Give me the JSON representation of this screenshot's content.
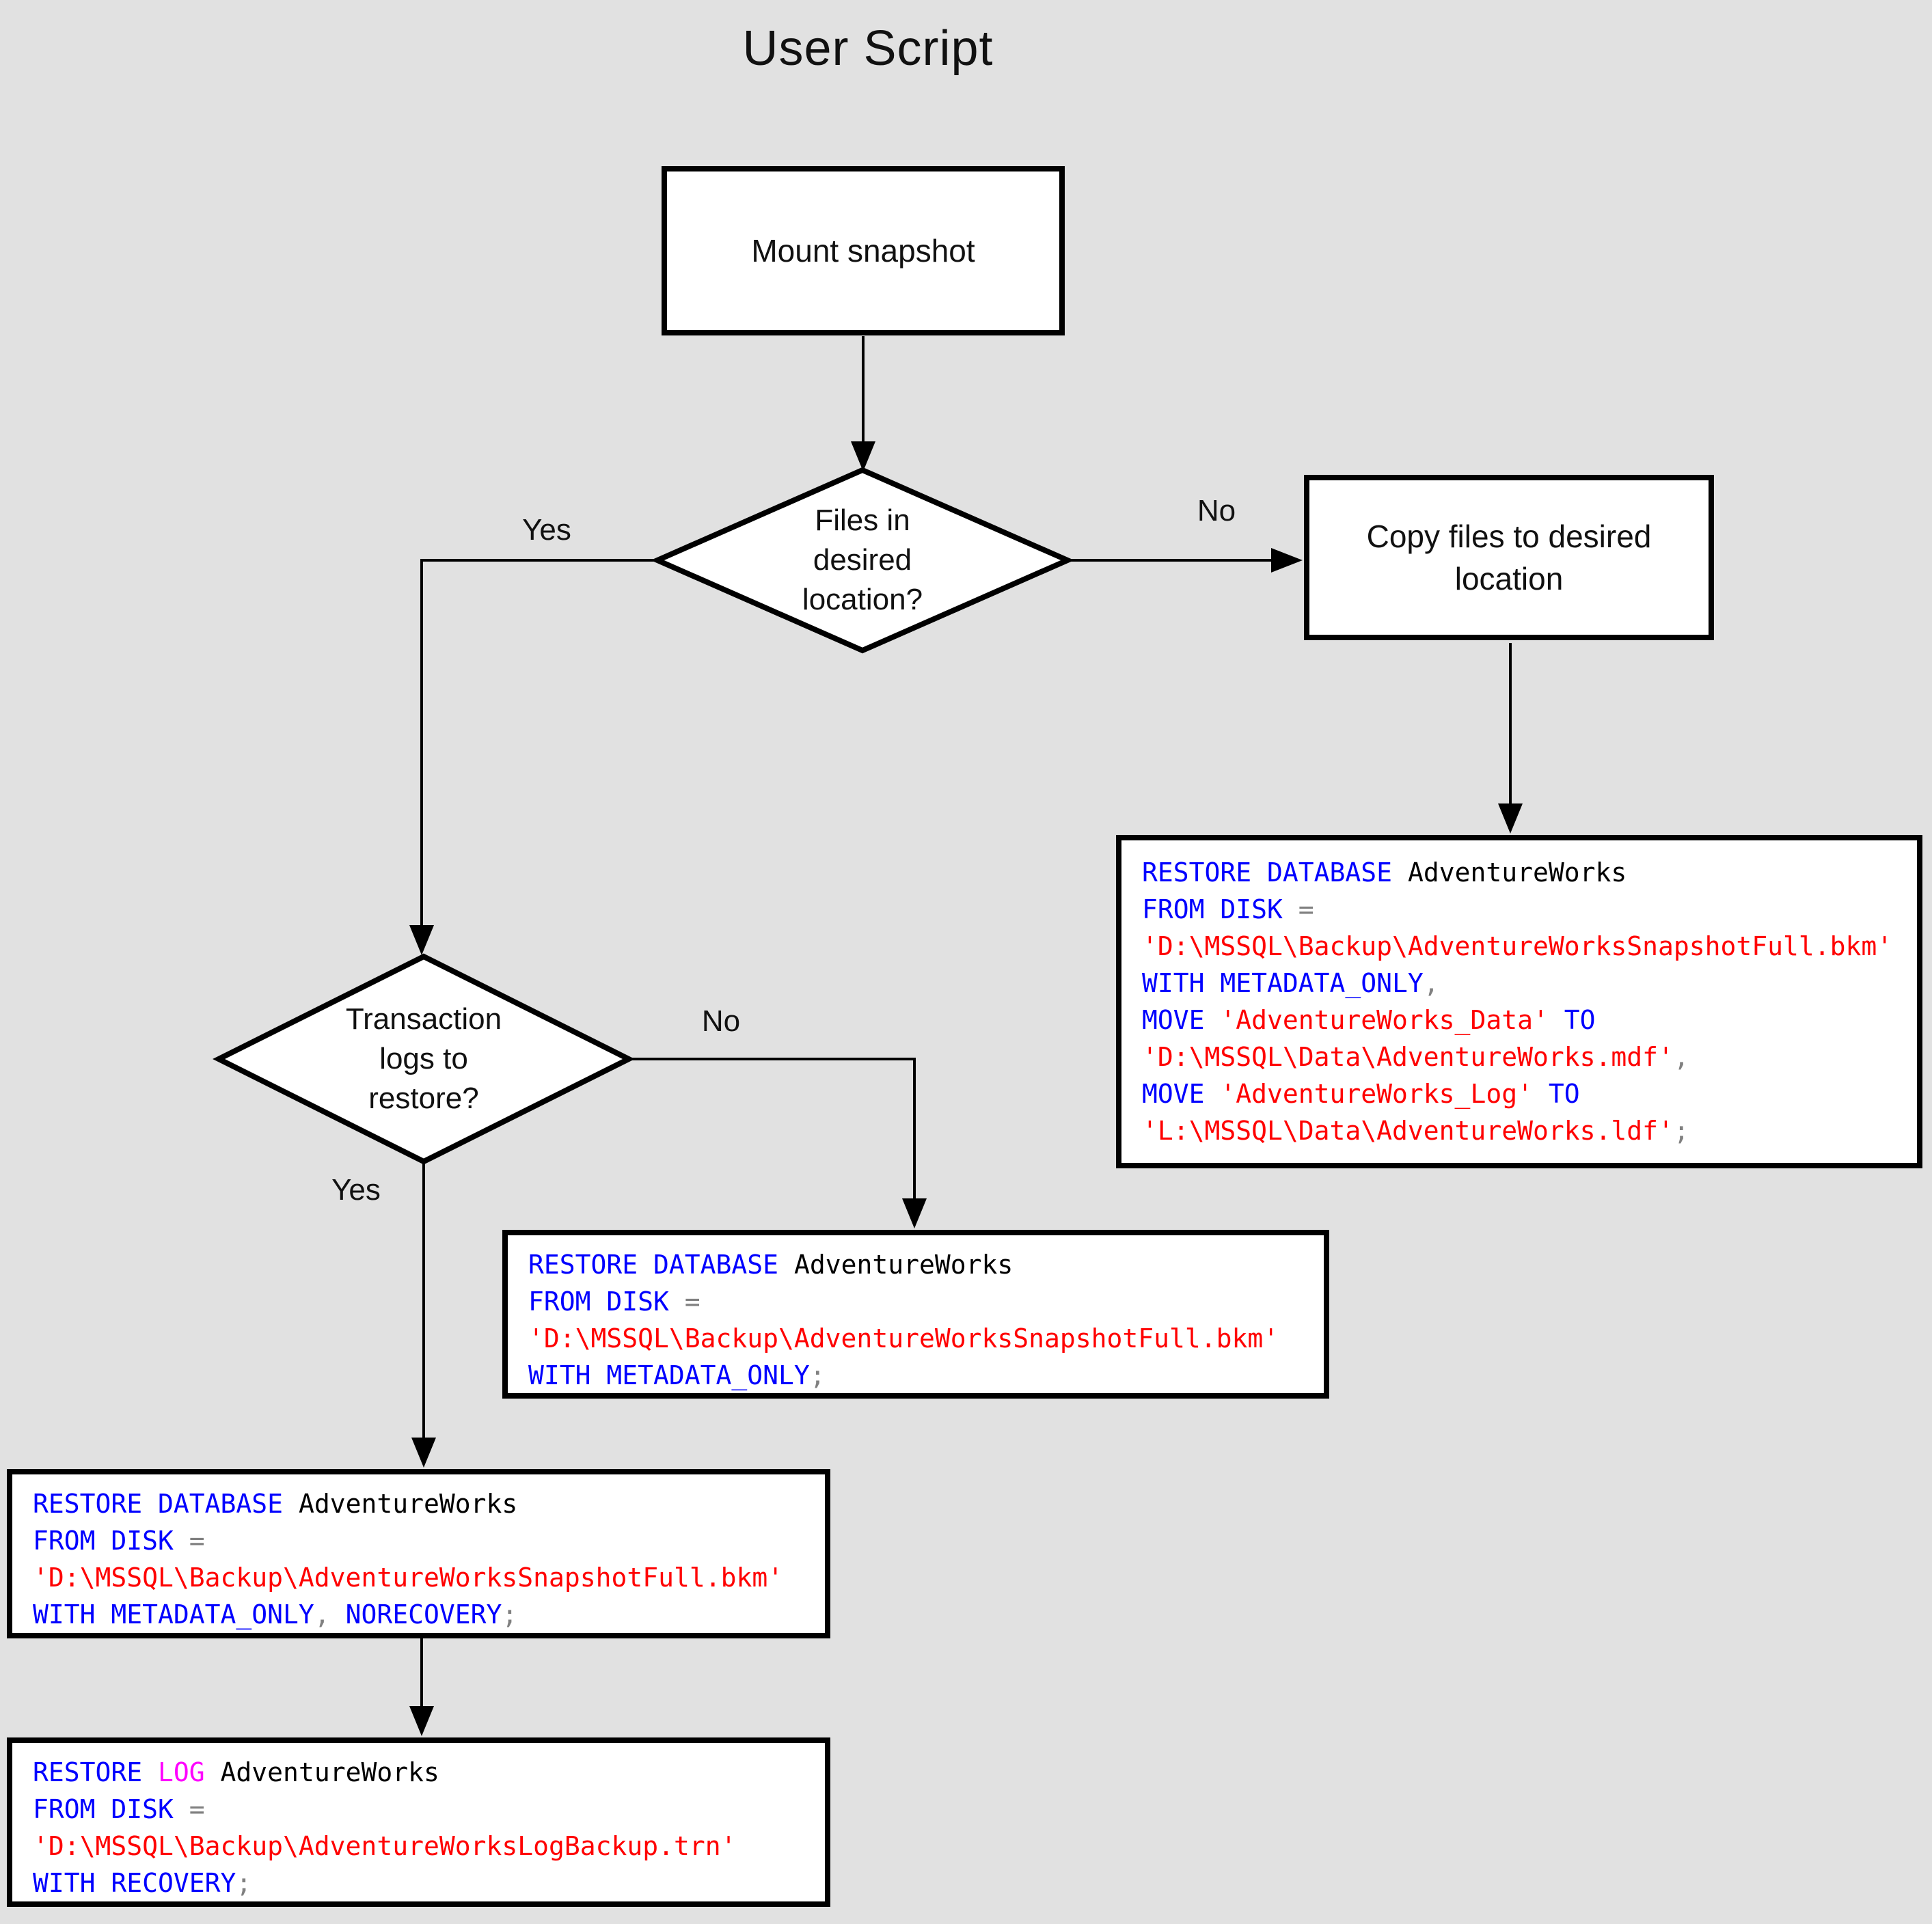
{
  "title": "User Script",
  "background": "#e1e1e1",
  "palette": {
    "kw": "#0000ff",
    "str": "#ff0000",
    "op": "#808080",
    "id": "#000000",
    "fn": "#ff00ff"
  },
  "nodes": {
    "mount_snapshot": {
      "type": "process",
      "label": "Mount snapshot"
    },
    "files_in_desired_location": {
      "type": "decision",
      "lines": [
        "Files in",
        "desired",
        "location?"
      ]
    },
    "copy_files": {
      "type": "process",
      "label": "Copy files to desired location"
    },
    "transaction_logs_to_restore": {
      "type": "decision",
      "lines": [
        "Transaction",
        "logs to",
        "restore?"
      ]
    }
  },
  "edge_labels": {
    "files_yes": "Yes",
    "files_no": "No",
    "logs_yes": "Yes",
    "logs_no": "No"
  },
  "code_boxes": {
    "restore_with_move": {
      "lines": [
        [
          {
            "t": "RESTORE DATABASE ",
            "c": "kw"
          },
          {
            "t": "AdventureWorks",
            "c": "id"
          }
        ],
        [
          {
            "t": "FROM DISK ",
            "c": "kw"
          },
          {
            "t": "=",
            "c": "op"
          }
        ],
        [
          {
            "t": "'D:\\MSSQL\\Backup\\AdventureWorksSnapshotFull.bkm'",
            "c": "str"
          }
        ],
        [
          {
            "t": "WITH METADATA_ONLY",
            "c": "kw"
          },
          {
            "t": ",",
            "c": "op"
          }
        ],
        [
          {
            "t": "MOVE ",
            "c": "kw"
          },
          {
            "t": "'AdventureWorks_Data'",
            "c": "str"
          },
          {
            "t": " ",
            "c": "id"
          },
          {
            "t": "TO",
            "c": "kw"
          }
        ],
        [
          {
            "t": "'D:\\MSSQL\\Data\\AdventureWorks.mdf'",
            "c": "str"
          },
          {
            "t": ",",
            "c": "op"
          }
        ],
        [
          {
            "t": "MOVE ",
            "c": "kw"
          },
          {
            "t": "'AdventureWorks_Log'",
            "c": "str"
          },
          {
            "t": " ",
            "c": "id"
          },
          {
            "t": "TO",
            "c": "kw"
          }
        ],
        [
          {
            "t": "'L:\\MSSQL\\Data\\AdventureWorks.ldf'",
            "c": "str"
          },
          {
            "t": ";",
            "c": "op"
          }
        ]
      ]
    },
    "restore_metadata_only": {
      "lines": [
        [
          {
            "t": "RESTORE DATABASE ",
            "c": "kw"
          },
          {
            "t": "AdventureWorks",
            "c": "id"
          }
        ],
        [
          {
            "t": "FROM DISK ",
            "c": "kw"
          },
          {
            "t": "=",
            "c": "op"
          }
        ],
        [
          {
            "t": "'D:\\MSSQL\\Backup\\AdventureWorksSnapshotFull.bkm'",
            "c": "str"
          }
        ],
        [
          {
            "t": "WITH METADATA_ONLY",
            "c": "kw"
          },
          {
            "t": ";",
            "c": "op"
          }
        ]
      ]
    },
    "restore_norecovery": {
      "lines": [
        [
          {
            "t": "RESTORE DATABASE ",
            "c": "kw"
          },
          {
            "t": "AdventureWorks",
            "c": "id"
          }
        ],
        [
          {
            "t": "FROM DISK ",
            "c": "kw"
          },
          {
            "t": "=",
            "c": "op"
          }
        ],
        [
          {
            "t": "'D:\\MSSQL\\Backup\\AdventureWorksSnapshotFull.bkm'",
            "c": "str"
          }
        ],
        [
          {
            "t": "WITH METADATA_ONLY",
            "c": "kw"
          },
          {
            "t": ", ",
            "c": "op"
          },
          {
            "t": "NORECOVERY",
            "c": "kw"
          },
          {
            "t": ";",
            "c": "op"
          }
        ]
      ]
    },
    "restore_log_recovery": {
      "lines": [
        [
          {
            "t": "RESTORE ",
            "c": "kw"
          },
          {
            "t": "LOG",
            "c": "fn"
          },
          {
            "t": " AdventureWorks",
            "c": "id"
          }
        ],
        [
          {
            "t": "FROM DISK ",
            "c": "kw"
          },
          {
            "t": "=",
            "c": "op"
          }
        ],
        [
          {
            "t": "'D:\\MSSQL\\Backup\\AdventureWorksLogBackup.trn'",
            "c": "str"
          }
        ],
        [
          {
            "t": "WITH RECOVERY",
            "c": "kw"
          },
          {
            "t": ";",
            "c": "op"
          }
        ]
      ]
    }
  }
}
